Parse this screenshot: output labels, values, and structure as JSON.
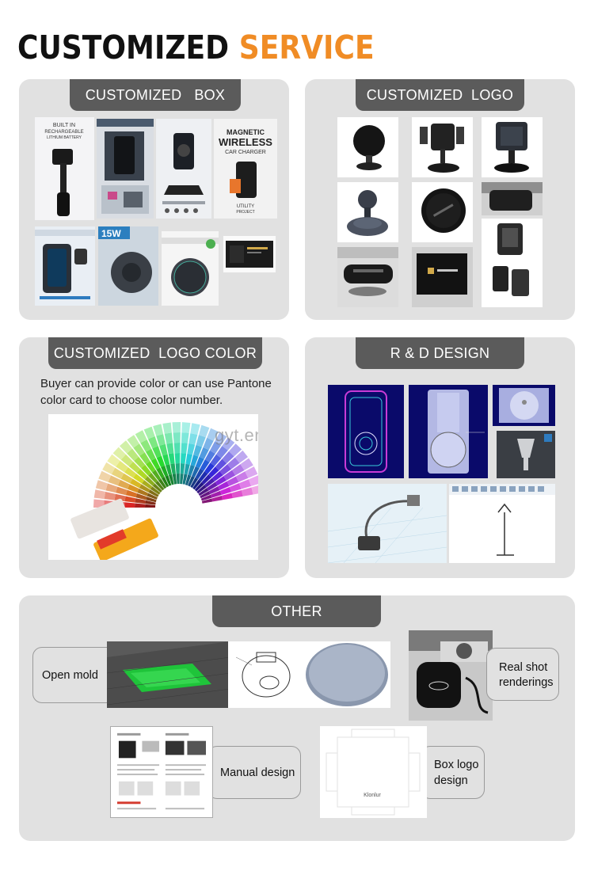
{
  "header": {
    "title_part1": "CUSTOMIZED",
    "title_part2": "SERVICE",
    "accent_color": "#f08c25"
  },
  "panels": {
    "box": {
      "tab": "CUSTOMIZED   BOX"
    },
    "logo": {
      "tab": "CUSTOMIZED  LOGO"
    },
    "logo_color": {
      "tab": "CUSTOMIZED  LOGO COLOR",
      "description_line1": "Buyer can provide color or can use Pantone",
      "description_line2": "color card to choose color number.",
      "watermark": "gyt.en.alibaba.com"
    },
    "rd": {
      "tab": "R & D DESIGN"
    },
    "other": {
      "tab": "OTHER",
      "open_mold": "Open mold",
      "real_shot_line1": "Real shot",
      "real_shot_line2": "renderings",
      "manual_design": "Manual design",
      "box_logo_line1": "Box logo",
      "box_logo_line2": "design"
    }
  },
  "box_texts": {
    "b1_line1": "BUILT IN",
    "b1_line2": "RECHARGEABLE",
    "b1_line3": "LITHIUM BATTERY",
    "b4_line1": "MAGNETIC",
    "b4_line2": "WIRELESS",
    "b4_line3": "CAR CHARGER",
    "b4_line4": "UTILITY",
    "b4_line5": "PROJECT",
    "b6_label": "15W"
  },
  "box_logo_text": "Klonlur"
}
